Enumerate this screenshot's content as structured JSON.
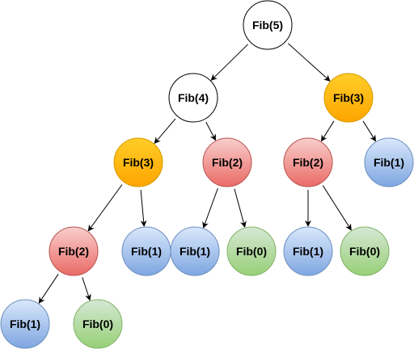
{
  "diagram": {
    "nodes": [
      {
        "id": "n1",
        "label": "Fib(5)",
        "style": "white"
      },
      {
        "id": "n2",
        "label": "Fib(4)",
        "style": "white"
      },
      {
        "id": "n3",
        "label": "Fib(3)",
        "style": "orange"
      },
      {
        "id": "n4",
        "label": "Fib(3)",
        "style": "orange"
      },
      {
        "id": "n5",
        "label": "Fib(2)",
        "style": "red"
      },
      {
        "id": "n6",
        "label": "Fib(2)",
        "style": "red"
      },
      {
        "id": "n7",
        "label": "Fib(1)",
        "style": "blue"
      },
      {
        "id": "n8",
        "label": "Fib(2)",
        "style": "red"
      },
      {
        "id": "n9",
        "label": "Fib(1)",
        "style": "blue"
      },
      {
        "id": "n10",
        "label": "Fib(1)",
        "style": "blue"
      },
      {
        "id": "n11",
        "label": "Fib(0)",
        "style": "green"
      },
      {
        "id": "n12",
        "label": "Fib(1)",
        "style": "blue"
      },
      {
        "id": "n13",
        "label": "Fib(0)",
        "style": "green"
      },
      {
        "id": "n14",
        "label": "Fib(1)",
        "style": "blue"
      },
      {
        "id": "n15",
        "label": "Fib(0)",
        "style": "green"
      }
    ],
    "edges": [
      {
        "from": "n1",
        "to": "n2"
      },
      {
        "from": "n1",
        "to": "n3"
      },
      {
        "from": "n2",
        "to": "n4"
      },
      {
        "from": "n2",
        "to": "n5"
      },
      {
        "from": "n3",
        "to": "n6"
      },
      {
        "from": "n3",
        "to": "n7"
      },
      {
        "from": "n4",
        "to": "n8"
      },
      {
        "from": "n4",
        "to": "n9"
      },
      {
        "from": "n5",
        "to": "n10"
      },
      {
        "from": "n5",
        "to": "n11"
      },
      {
        "from": "n6",
        "to": "n12"
      },
      {
        "from": "n6",
        "to": "n13"
      },
      {
        "from": "n8",
        "to": "n14"
      },
      {
        "from": "n8",
        "to": "n15"
      }
    ],
    "colors": {
      "white": {
        "top": "#ffffff",
        "bottom": "#ffffff",
        "stroke": "#000000"
      },
      "orange": {
        "top": "#ffcd28",
        "bottom": "#ffa500",
        "stroke": "#d79b00"
      },
      "red": {
        "top": "#f8cecc",
        "bottom": "#ea6b66",
        "stroke": "#b85450"
      },
      "blue": {
        "top": "#dae8fc",
        "bottom": "#7ea6e0",
        "stroke": "#6c8ebf"
      },
      "green": {
        "top": "#d5e8d4",
        "bottom": "#97d077",
        "stroke": "#82b366"
      },
      "edge": "#000000"
    }
  }
}
